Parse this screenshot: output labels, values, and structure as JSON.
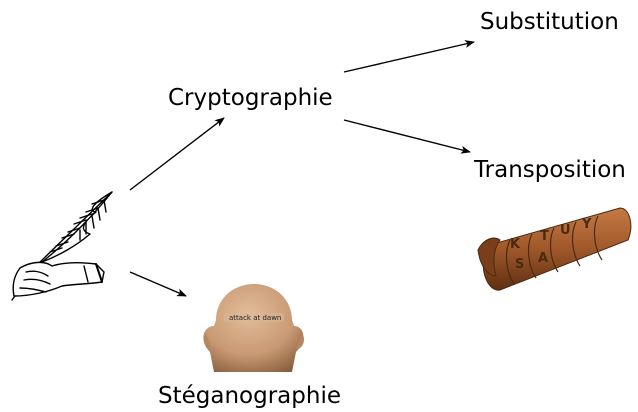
{
  "diagram": {
    "nodes": {
      "substitution": "Substitution",
      "cryptographie": "Cryptographie",
      "transposition": "Transposition",
      "steganographie": "Stéganographie"
    },
    "head_message": "attack at dawn",
    "scytale_letters": [
      "K",
      "S",
      "T",
      "U",
      "Y",
      "A"
    ],
    "colors": {
      "ink": "#000000",
      "scytale_wood": "#a0582a",
      "skin": "#c99a74"
    },
    "icons": {
      "writer": "quill-pen-hand-icon",
      "stegano": "shaved-head-hidden-message-icon",
      "transpo": "scytale-icon"
    }
  }
}
